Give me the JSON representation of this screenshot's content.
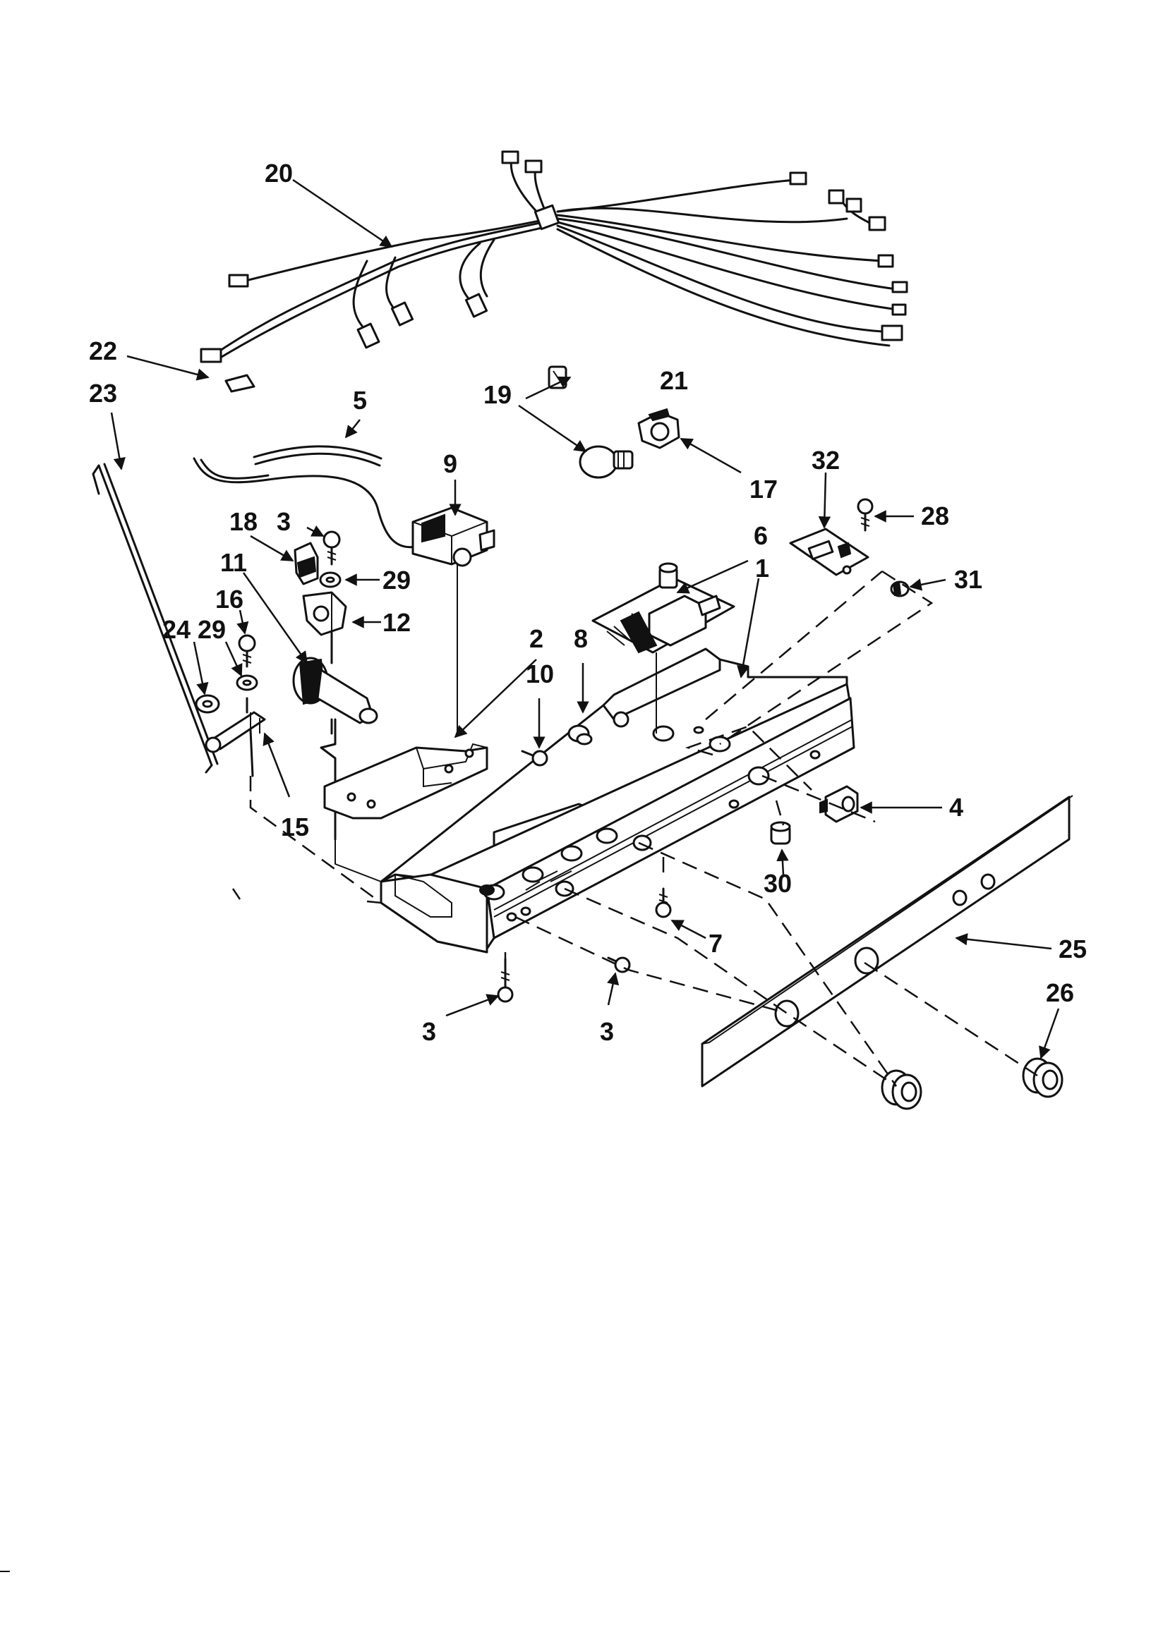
{
  "callouts": [
    {
      "id": "c20",
      "text": "20"
    },
    {
      "id": "c22",
      "text": "22"
    },
    {
      "id": "c23",
      "text": "23"
    },
    {
      "id": "c5",
      "text": "5"
    },
    {
      "id": "c19",
      "text": "19"
    },
    {
      "id": "c21",
      "text": "21"
    },
    {
      "id": "c17",
      "text": "17"
    },
    {
      "id": "c9",
      "text": "9"
    },
    {
      "id": "c18",
      "text": "18"
    },
    {
      "id": "c3a",
      "text": "3"
    },
    {
      "id": "c29a",
      "text": "29"
    },
    {
      "id": "c11",
      "text": "11"
    },
    {
      "id": "c12",
      "text": "12"
    },
    {
      "id": "c16",
      "text": "16"
    },
    {
      "id": "c29b",
      "text": "29"
    },
    {
      "id": "c24",
      "text": "24"
    },
    {
      "id": "c32",
      "text": "32"
    },
    {
      "id": "c28",
      "text": "28"
    },
    {
      "id": "c31",
      "text": "31"
    },
    {
      "id": "c6",
      "text": "6"
    },
    {
      "id": "c1",
      "text": "1"
    },
    {
      "id": "c2",
      "text": "2"
    },
    {
      "id": "c8",
      "text": "8"
    },
    {
      "id": "c10",
      "text": "10"
    },
    {
      "id": "c15",
      "text": "15"
    },
    {
      "id": "c4",
      "text": "4"
    },
    {
      "id": "c30",
      "text": "30"
    },
    {
      "id": "c7",
      "text": "7"
    },
    {
      "id": "c25",
      "text": "25"
    },
    {
      "id": "c26",
      "text": "26"
    },
    {
      "id": "c3b",
      "text": "3"
    },
    {
      "id": "c3c",
      "text": "3"
    }
  ]
}
